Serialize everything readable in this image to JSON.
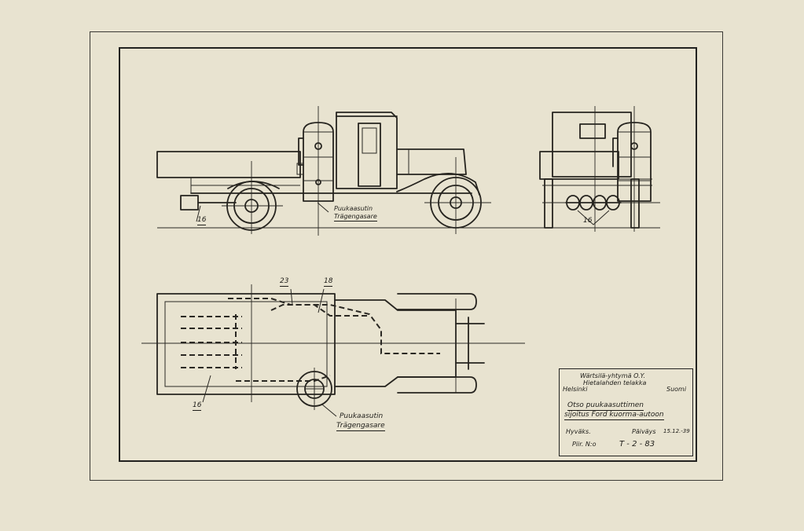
{
  "callouts": {
    "side_gasifier_fi": "Puukaasutin",
    "side_gasifier_sv": "Trägengasare",
    "side_ref": "16",
    "rear_ref": "16",
    "plan_ref_a": "23",
    "plan_ref_b": "18",
    "plan_ref_c": "16",
    "plan_gasifier_fi": "Puukaasutin",
    "plan_gasifier_sv": "Trägengasare"
  },
  "title_block": {
    "company": "Wärtsilä-yhtymä O.Y.",
    "works": "Hietalahden telakka",
    "city": "Helsinki",
    "country": "Suomi",
    "title_line1": "Otso puukaasuttimen",
    "title_line2": "sijoitus Ford kuorma-autoon",
    "approved_label": "Hyväks.",
    "date_label": "Päiväys",
    "date_value": "15.12.-39",
    "drawing_no_label": "Piir. N:o",
    "drawing_no_value": "T - 2 - 83"
  }
}
